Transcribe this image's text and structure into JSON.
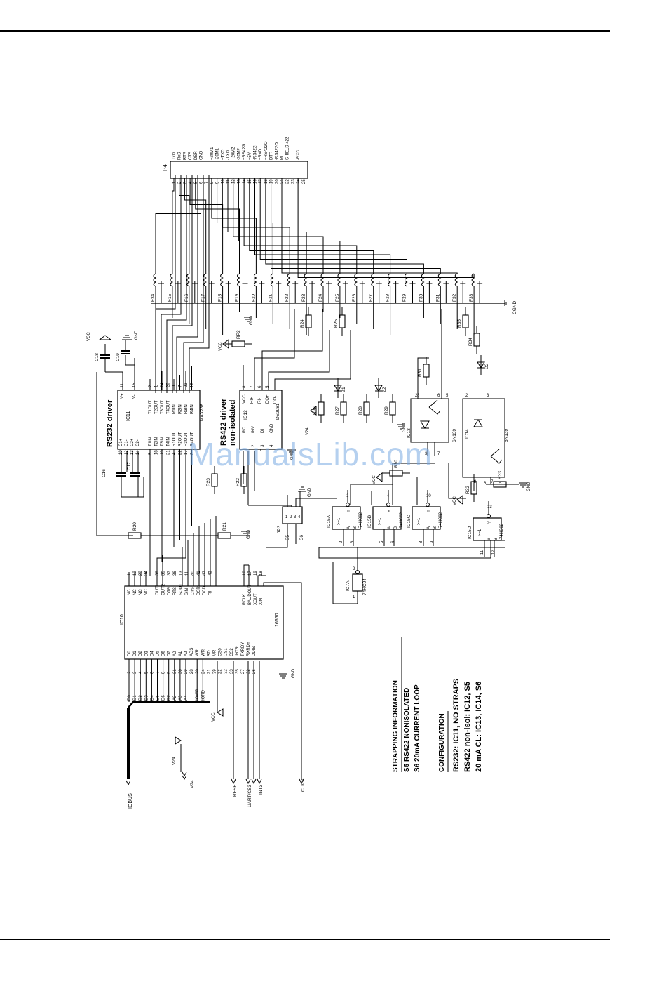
{
  "watermark": "ManualsLib.com",
  "connector": {
    "ref": "P4",
    "pins": [
      {
        "n": "1",
        "label": "TxD"
      },
      {
        "n": "2",
        "label": "RxD"
      },
      {
        "n": "3",
        "label": "RTS"
      },
      {
        "n": "4",
        "label": "CTS"
      },
      {
        "n": "5",
        "label": "DSR"
      },
      {
        "n": "6",
        "label": "GND"
      },
      {
        "n": "7",
        "label": ""
      },
      {
        "n": "8",
        "label": "+20M1"
      },
      {
        "n": "9",
        "label": "-20M1"
      },
      {
        "n": "10",
        "label": "+TXD"
      },
      {
        "n": "11",
        "label": "-TXD"
      },
      {
        "n": "12",
        "label": "+20M2"
      },
      {
        "n": "13",
        "label": "-20M2"
      },
      {
        "n": "14",
        "label": "+RS422I"
      },
      {
        "n": "15",
        "label": "+5V"
      },
      {
        "n": "16",
        "label": "-RS422I"
      },
      {
        "n": "17",
        "label": "+RXD"
      },
      {
        "n": "18",
        "label": "+RS422O"
      },
      {
        "n": "19",
        "label": "DTR"
      },
      {
        "n": "20",
        "label": "-RS422O"
      },
      {
        "n": "21",
        "label": "RI"
      },
      {
        "n": "22",
        "label": "SHIELD 422"
      },
      {
        "n": "23",
        "label": ""
      },
      {
        "n": "24",
        "label": "-RXD"
      },
      {
        "n": "25",
        "label": ""
      }
    ]
  },
  "filters": [
    "F34",
    "F15",
    "F16",
    "F17",
    "F18",
    "F19",
    "F20",
    "F21",
    "F22",
    "F23",
    "F24",
    "F25",
    "F26",
    "F27",
    "F28",
    "F29",
    "F30",
    "F31",
    "F32",
    "F33"
  ],
  "cgnd": "CGND",
  "ic11": {
    "title": "RS232 driver",
    "ref": "IC11",
    "part": "MAX238",
    "top_pins": [
      {
        "n": "10",
        "l": "C1+"
      },
      {
        "n": "12",
        "l": "C1-"
      },
      {
        "n": "13",
        "l": "C2+"
      },
      {
        "n": "14",
        "l": "C2-"
      }
    ],
    "supply": [
      {
        "n": "11",
        "l": "V+"
      },
      {
        "n": "15",
        "l": "V-"
      }
    ],
    "left_pins": [
      {
        "n": "5",
        "l": "T1IN"
      },
      {
        "n": "18",
        "l": "T2IN"
      },
      {
        "n": "19",
        "l": "T3IN"
      },
      {
        "n": "21",
        "l": "T4IN"
      },
      {
        "n": "4",
        "l": "R1OUT"
      },
      {
        "n": "22",
        "l": "R2OUT"
      },
      {
        "n": "17",
        "l": "R3OUT"
      },
      {
        "n": "6",
        "l": "R4OUT"
      }
    ],
    "right_pins": [
      {
        "n": "2",
        "l": "T1OUT"
      },
      {
        "n": "1",
        "l": "T2OUT"
      },
      {
        "n": "24",
        "l": "T3OUT"
      },
      {
        "n": "20",
        "l": "T4OUT"
      },
      {
        "n": "3",
        "l": "R1IN"
      },
      {
        "n": "7",
        "l": "R2IN"
      },
      {
        "n": "23",
        "l": "R3IN"
      },
      {
        "n": "16",
        "l": "R4IN"
      }
    ]
  },
  "ic12": {
    "title1": "RS422 driver",
    "title2": "non-isolated",
    "ref": "IC12",
    "part": "DS2981",
    "left_pins": [
      {
        "n": "1",
        "l": "RO"
      },
      {
        "n": "2",
        "l": "INV"
      },
      {
        "n": "3",
        "l": "DI"
      },
      {
        "n": "4",
        "l": "GND"
      }
    ],
    "right_pins": [
      {
        "n": "8",
        "l": "VCC"
      },
      {
        "n": "7",
        "l": "RI+"
      },
      {
        "n": "6",
        "l": "RI-"
      },
      {
        "n": "5",
        "l": "DO+"
      },
      {
        "n": "",
        "l": "DO-"
      }
    ]
  },
  "ic10": {
    "ref": "IC10",
    "part": "16550",
    "data_pins": [
      {
        "n": "2",
        "l": "D0",
        "bus": "D0"
      },
      {
        "n": "3",
        "l": "D1",
        "bus": "D1"
      },
      {
        "n": "4",
        "l": "D2",
        "bus": "D2"
      },
      {
        "n": "5",
        "l": "D3",
        "bus": "D3"
      },
      {
        "n": "6",
        "l": "D4",
        "bus": "D4"
      },
      {
        "n": "7",
        "l": "D5",
        "bus": "D5"
      },
      {
        "n": "8",
        "l": "D6",
        "bus": "D6"
      },
      {
        "n": "9",
        "l": "D7",
        "bus": "D7"
      },
      {
        "n": "31",
        "l": "A0",
        "bus": "A2"
      },
      {
        "n": "30",
        "l": "A1",
        "bus": "A3"
      },
      {
        "n": "29",
        "l": "A2",
        "bus": "A4"
      },
      {
        "n": "28",
        "l": "ADS",
        "bus": ""
      },
      {
        "n": "20",
        "l": "WR",
        "bus": "IOWR"
      },
      {
        "n": "24",
        "l": "WR",
        "bus": "IORD"
      },
      {
        "n": "21",
        "l": "RD",
        "bus": ""
      },
      {
        "n": "39",
        "l": "MR",
        "bus": ""
      },
      {
        "n": "22",
        "l": "CS0",
        "bus": ""
      },
      {
        "n": "32",
        "l": "CS1",
        "bus": ""
      },
      {
        "n": "33",
        "l": "CS2",
        "bus": ""
      },
      {
        "n": "35",
        "l": "INTR",
        "bus": ""
      },
      {
        "n": "27",
        "l": "TXRDY",
        "bus": ""
      },
      {
        "n": "32",
        "l": "RXRDY",
        "bus": ""
      },
      {
        "n": "26",
        "l": "DDIS",
        "bus": ""
      }
    ],
    "nc_pins": [
      {
        "n": "1",
        "l": "NC"
      },
      {
        "n": "12",
        "l": "NC"
      },
      {
        "n": "23",
        "l": "NC"
      },
      {
        "n": "34",
        "l": "NC"
      }
    ],
    "mid_pins": [
      {
        "n": "38",
        "l": "OUT1"
      },
      {
        "n": "35",
        "l": "OUT2"
      },
      {
        "n": "37",
        "l": "DTR"
      },
      {
        "n": "36",
        "l": "RTS"
      },
      {
        "n": "13",
        "l": "SOUT"
      },
      {
        "n": "11",
        "l": "SIN"
      },
      {
        "n": "40",
        "l": "CTS"
      },
      {
        "n": "41",
        "l": "DSR"
      },
      {
        "n": "42",
        "l": "DCD"
      },
      {
        "n": "43",
        "l": "RI"
      }
    ],
    "clk_pins": [
      {
        "n": "10",
        "l": "RCLK"
      },
      {
        "n": "17",
        "l": "BAUDOUT"
      },
      {
        "n": "19",
        "l": "XOUT"
      },
      {
        "n": "18",
        "l": "XIN"
      }
    ]
  },
  "ic15": [
    {
      "ref": "IC15A",
      "part": "74HC02",
      "out": "1",
      "a": "2",
      "b": "3"
    },
    {
      "ref": "IC15B",
      "part": "74HC02",
      "out": "4",
      "a": "5",
      "b": "6"
    },
    {
      "ref": "IC15C",
      "part": "74HC02",
      "out": "10",
      "a": "8",
      "b": "9"
    },
    {
      "ref": "IC15D",
      "part": "74HC02",
      "out": "13",
      "a": "11",
      "b": "12"
    }
  ],
  "gate_symbol": ">=1",
  "ic7a": {
    "ref": "IC7A",
    "part": "74HC04",
    "in": "1",
    "out": "2"
  },
  "optos": [
    {
      "ref": "IC13",
      "part": "6N139"
    },
    {
      "ref": "IC14",
      "part": "6N139"
    }
  ],
  "opto_pins": [
    "2",
    "3",
    "8",
    "6",
    "5",
    "7"
  ],
  "jp3": {
    "ref": "JP3",
    "pins": [
      "1",
      "2",
      "3",
      "4"
    ],
    "s5": "S5",
    "s6": "S6"
  },
  "resistors": [
    "R20",
    "R21",
    "R22",
    "R23",
    "R24",
    "R25",
    "R26",
    "R27",
    "R28",
    "R29",
    "R30",
    "R31",
    "R32",
    "R33",
    "R34",
    "R35",
    "RP2"
  ],
  "caps": [
    "C16",
    "C17",
    "C18",
    "C19"
  ],
  "diodes": [
    "Z1",
    "Z2",
    "D2"
  ],
  "power": {
    "vcc": "VCC",
    "gnd": "GND",
    "v24": "V24"
  },
  "bus_signals": {
    "iobus": "IOBUS",
    "v24": "V24",
    "reset": "RESET",
    "uartcs": "UART/CS3",
    "int3": "INT3",
    "clk": "CLK 8",
    "lines": [
      "D0",
      "D1",
      "D2",
      "D3",
      "D4",
      "D5",
      "D6",
      "D7",
      "A2",
      "A3",
      "A4",
      "IOWR",
      "IORD"
    ]
  },
  "notes": {
    "strap_heading": "STRAPPING INFORMATION",
    "strap1": "S5 RS422 NONISOLATED",
    "strap2": "S6 20mA CURRENT LOOP",
    "config_heading": "CONFIGURATION",
    "config1": "RS232: IC11, NO STRAPS",
    "config2": "RS422 non-isol: IC12, S5",
    "config3": "20 mA CL: IC13, IC14, S6"
  }
}
